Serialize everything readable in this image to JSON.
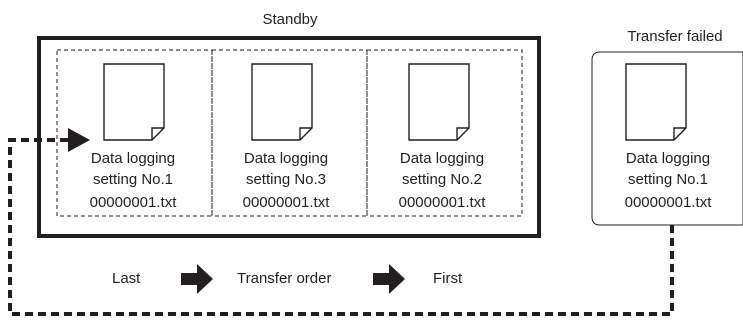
{
  "standby": {
    "title": "Standby",
    "files": [
      {
        "line1": "Data logging",
        "line2": "setting No.1",
        "filename": "00000001.txt"
      },
      {
        "line1": "Data logging",
        "line2": "setting No.3",
        "filename": "00000001.txt"
      },
      {
        "line1": "Data logging",
        "line2": "setting No.2",
        "filename": "00000001.txt"
      }
    ]
  },
  "failed": {
    "title": "Transfer failed",
    "file": {
      "line1": "Data logging",
      "line2": "setting No.1",
      "filename": "00000001.txt"
    }
  },
  "order": {
    "last": "Last",
    "label": "Transfer order",
    "first": "First"
  }
}
